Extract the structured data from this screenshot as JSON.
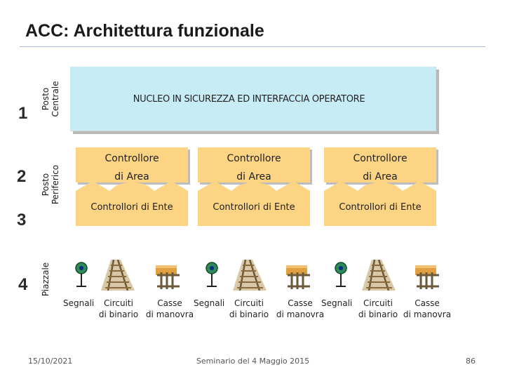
{
  "title": "ACC: Architettura funzionale",
  "levels": [
    {
      "number": "1",
      "label": "Posto\nCentrale"
    },
    {
      "number": "2",
      "label": "Posto\nPeriferico"
    },
    {
      "number": "3",
      "label": ""
    },
    {
      "number": "4",
      "label": "Piazzale"
    }
  ],
  "nucleo": {
    "label": "NUCLEO IN SICUREZZA ED INTERFACCIA OPERATORE"
  },
  "areas": [
    {
      "line1": "Controllore",
      "line2": "di Area",
      "ente": "Controllori di Ente"
    },
    {
      "line1": "Controllore",
      "line2": "di Area",
      "ente": "Controllori di Ente"
    },
    {
      "line1": "Controllore",
      "line2": "di Area",
      "ente": "Controllori di Ente"
    }
  ],
  "field_groups": [
    {
      "segnali": "Segnali",
      "circuiti": "Circuiti\ndi binario",
      "casse": "Casse\ndi manovra"
    },
    {
      "segnali": "Segnali",
      "circuiti": "Circuiti\ndi binario",
      "casse": "Casse\ndi manovra"
    },
    {
      "segnali": "Segnali",
      "circuiti": "Circuiti\ndi binario",
      "casse": "Casse\ndi manovra"
    }
  ],
  "footer": {
    "date": "15/10/2021",
    "event": "Seminario del 4 Maggio 2015",
    "page": "86"
  },
  "colors": {
    "nucleo": "#c8ecf6",
    "area": "#fcd483",
    "rule": "#a8bcd6",
    "signal": "#2e8b57"
  },
  "icons": [
    "signal-icon",
    "track-circuit-icon",
    "point-machine-icon"
  ]
}
